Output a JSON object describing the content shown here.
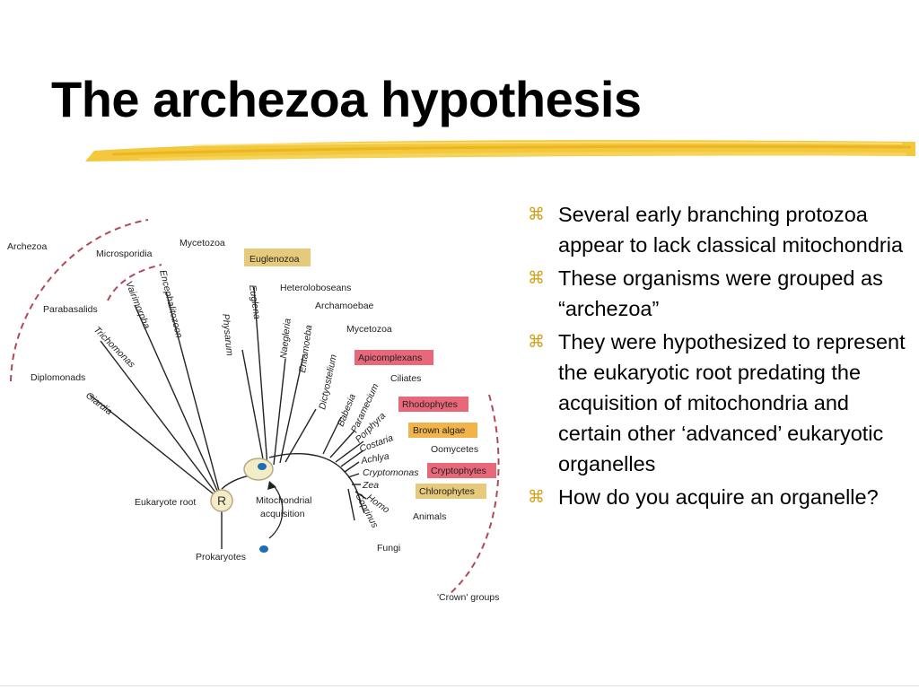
{
  "title": "The archezoa hypothesis",
  "colors": {
    "highlight": "#f2c531",
    "bullet": "#d4a017",
    "label_yellow": "#e6c97a",
    "label_red": "#e8687a",
    "label_orange": "#f0b44b",
    "dash": "#b04a5a",
    "node_fill": "#f4ecc6"
  },
  "diagram": {
    "group_archezoa": "Archezoa",
    "group_crown": "'Crown' groups",
    "root_label": "Eukaryote root",
    "root_node": "R",
    "mito_label_1": "Mitochondrial",
    "mito_label_2": "acquisition",
    "prokaryotes": "Prokaryotes",
    "taxa": {
      "microsporidia": "Microsporidia",
      "mycetozoa_top": "Mycetozoa",
      "euglenozoa": "Euglenozoa",
      "parabasalids": "Parabasalids",
      "vairimorpha": "Vairimorpha",
      "encephalitozoon": "Encephalitozoon",
      "euglena": "Euglena",
      "heteroloboseans": "Heteroloboseans",
      "archamoebae": "Archamoebae",
      "physarum": "Physarum",
      "naegleria": "Naegleria",
      "entamoeba": "Entamoeba",
      "mycetozoa_right": "Mycetozoa",
      "trichomonas": "Trichomonas",
      "dictyostelium": "Dictyostelium",
      "apicomplexans": "Apicomplexans",
      "diplomonads": "Diplomonads",
      "ciliates": "Ciliates",
      "babesia": "Babesia",
      "paramecium": "Paramecium",
      "giardia": "Giardia",
      "rhodophytes": "Rhodophytes",
      "porphyra": "Porphyra",
      "brown_algae": "Brown algae",
      "costaria": "Costaria",
      "oomycetes": "Oomycetes",
      "achlya": "Achlya",
      "cryptomonas": "Cryptomonas",
      "cryptophytes": "Cryptophytes",
      "zea": "Zea",
      "chlorophytes": "Chlorophytes",
      "homo": "Homo",
      "coprinus": "Coprinus",
      "animals": "Animals",
      "fungi": "Fungi"
    }
  },
  "bullets": [
    {
      "icon": "z-bullet-icon",
      "text": "Several early branching protozoa appear to lack classical mitochondria"
    },
    {
      "icon": "z-bullet-icon",
      "text": "These organisms were grouped as “archezoa”"
    },
    {
      "icon": "z-bullet-icon",
      "text": "They were hypothesized to represent the eukaryotic root predating the acquisition of mitochondria and certain other ‘advanced’ eukaryotic organelles"
    },
    {
      "icon": "z-bullet-icon",
      "text": "How do you acquire an organelle?"
    }
  ]
}
